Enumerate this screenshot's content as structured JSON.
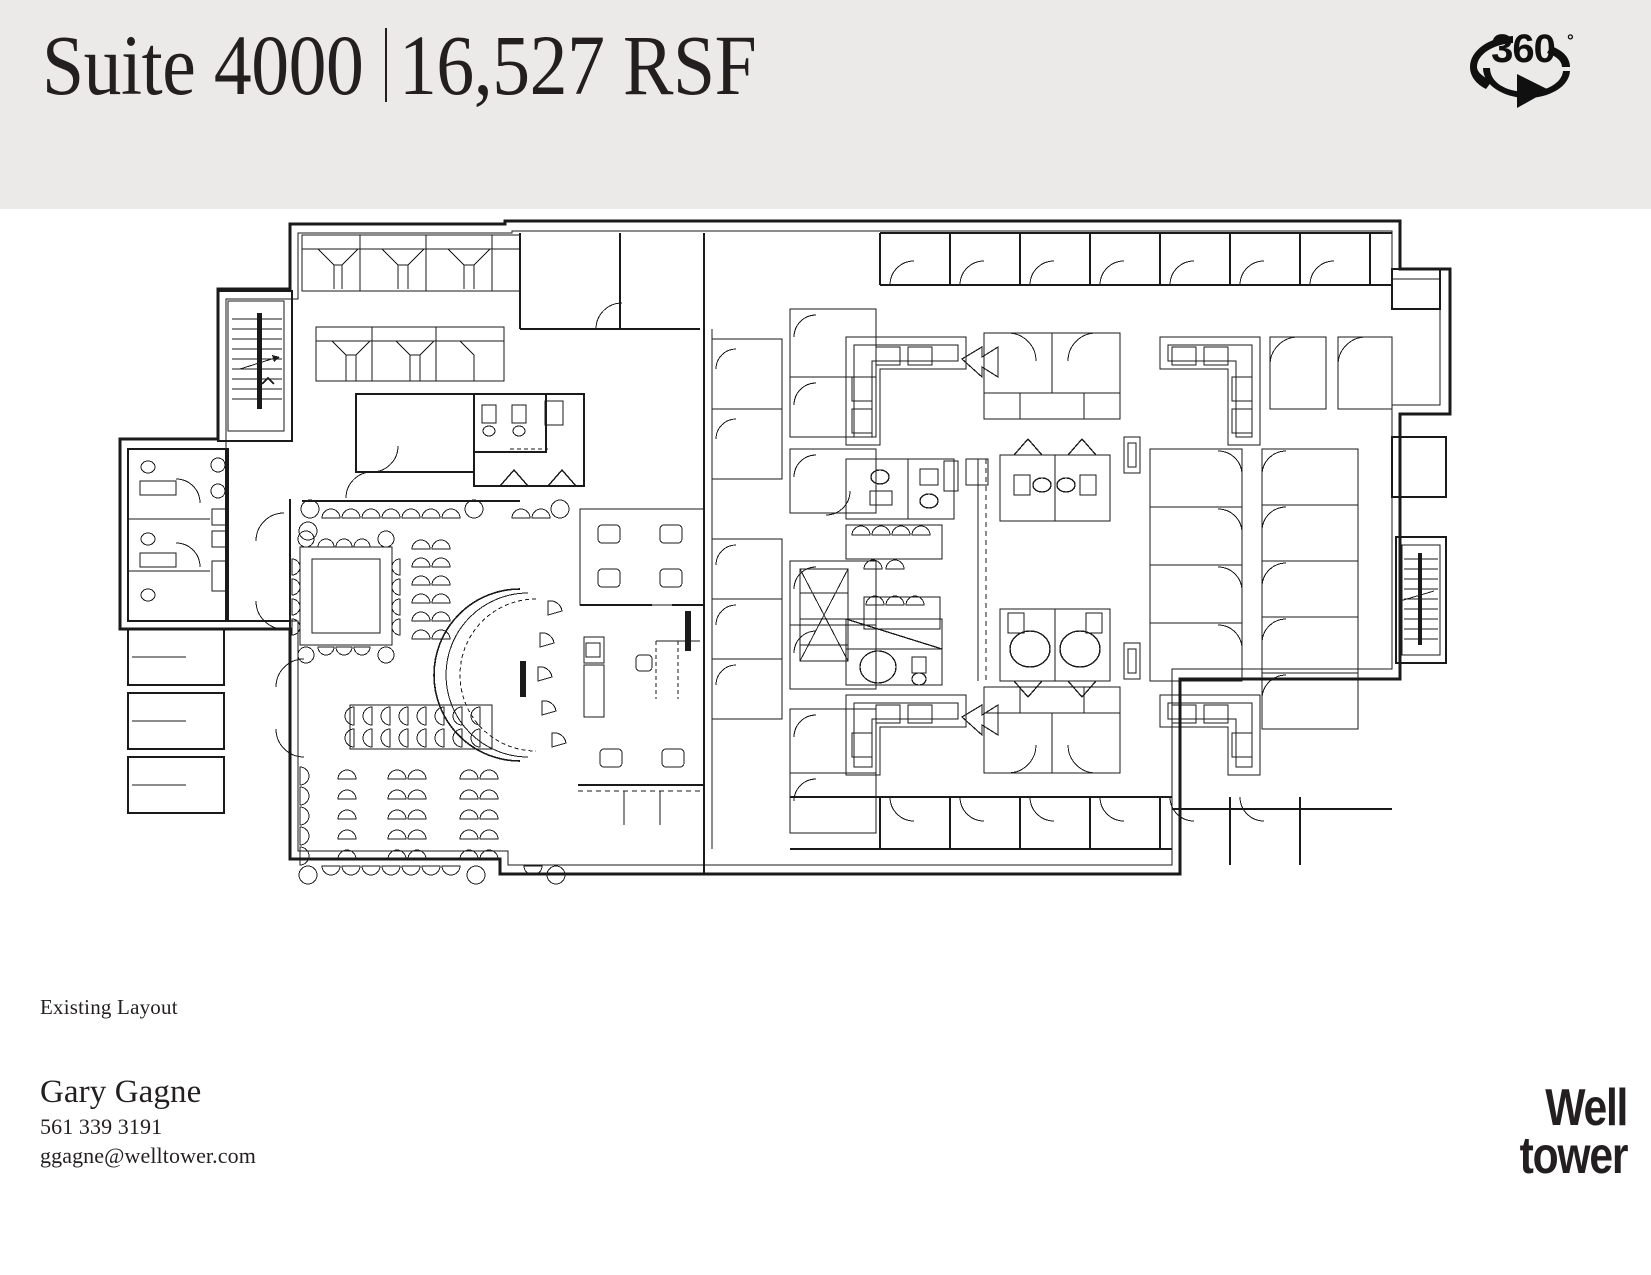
{
  "header": {
    "suite_label": "Suite 4000",
    "divider": "|",
    "area_label": "16,527 RSF",
    "background_color": "#ebeae9",
    "text_color": "#231f20",
    "badge": {
      "name": "360-degree-view-badge",
      "text": "360",
      "degree_symbol": "°"
    }
  },
  "floor_plan": {
    "name": "suite-4000-floor-plan",
    "description": "Existing office floor plan drawing, black line CAD linework on white background",
    "line_color": "#1a1a1a",
    "features": [
      "perimeter private offices with swing doors",
      "interior open workstation clusters",
      "two stairwells (west and east)",
      "restroom cores",
      "curved reception / conference desk",
      "large training room with rows of chairs",
      "break room with counter seating"
    ]
  },
  "footer": {
    "layout_caption": "Existing Layout",
    "contact": {
      "name": "Gary Gagne",
      "phone": "561 339 3191",
      "email": "ggagne@welltower.com"
    },
    "brand": {
      "line1": "Well",
      "line2": "tower"
    }
  }
}
